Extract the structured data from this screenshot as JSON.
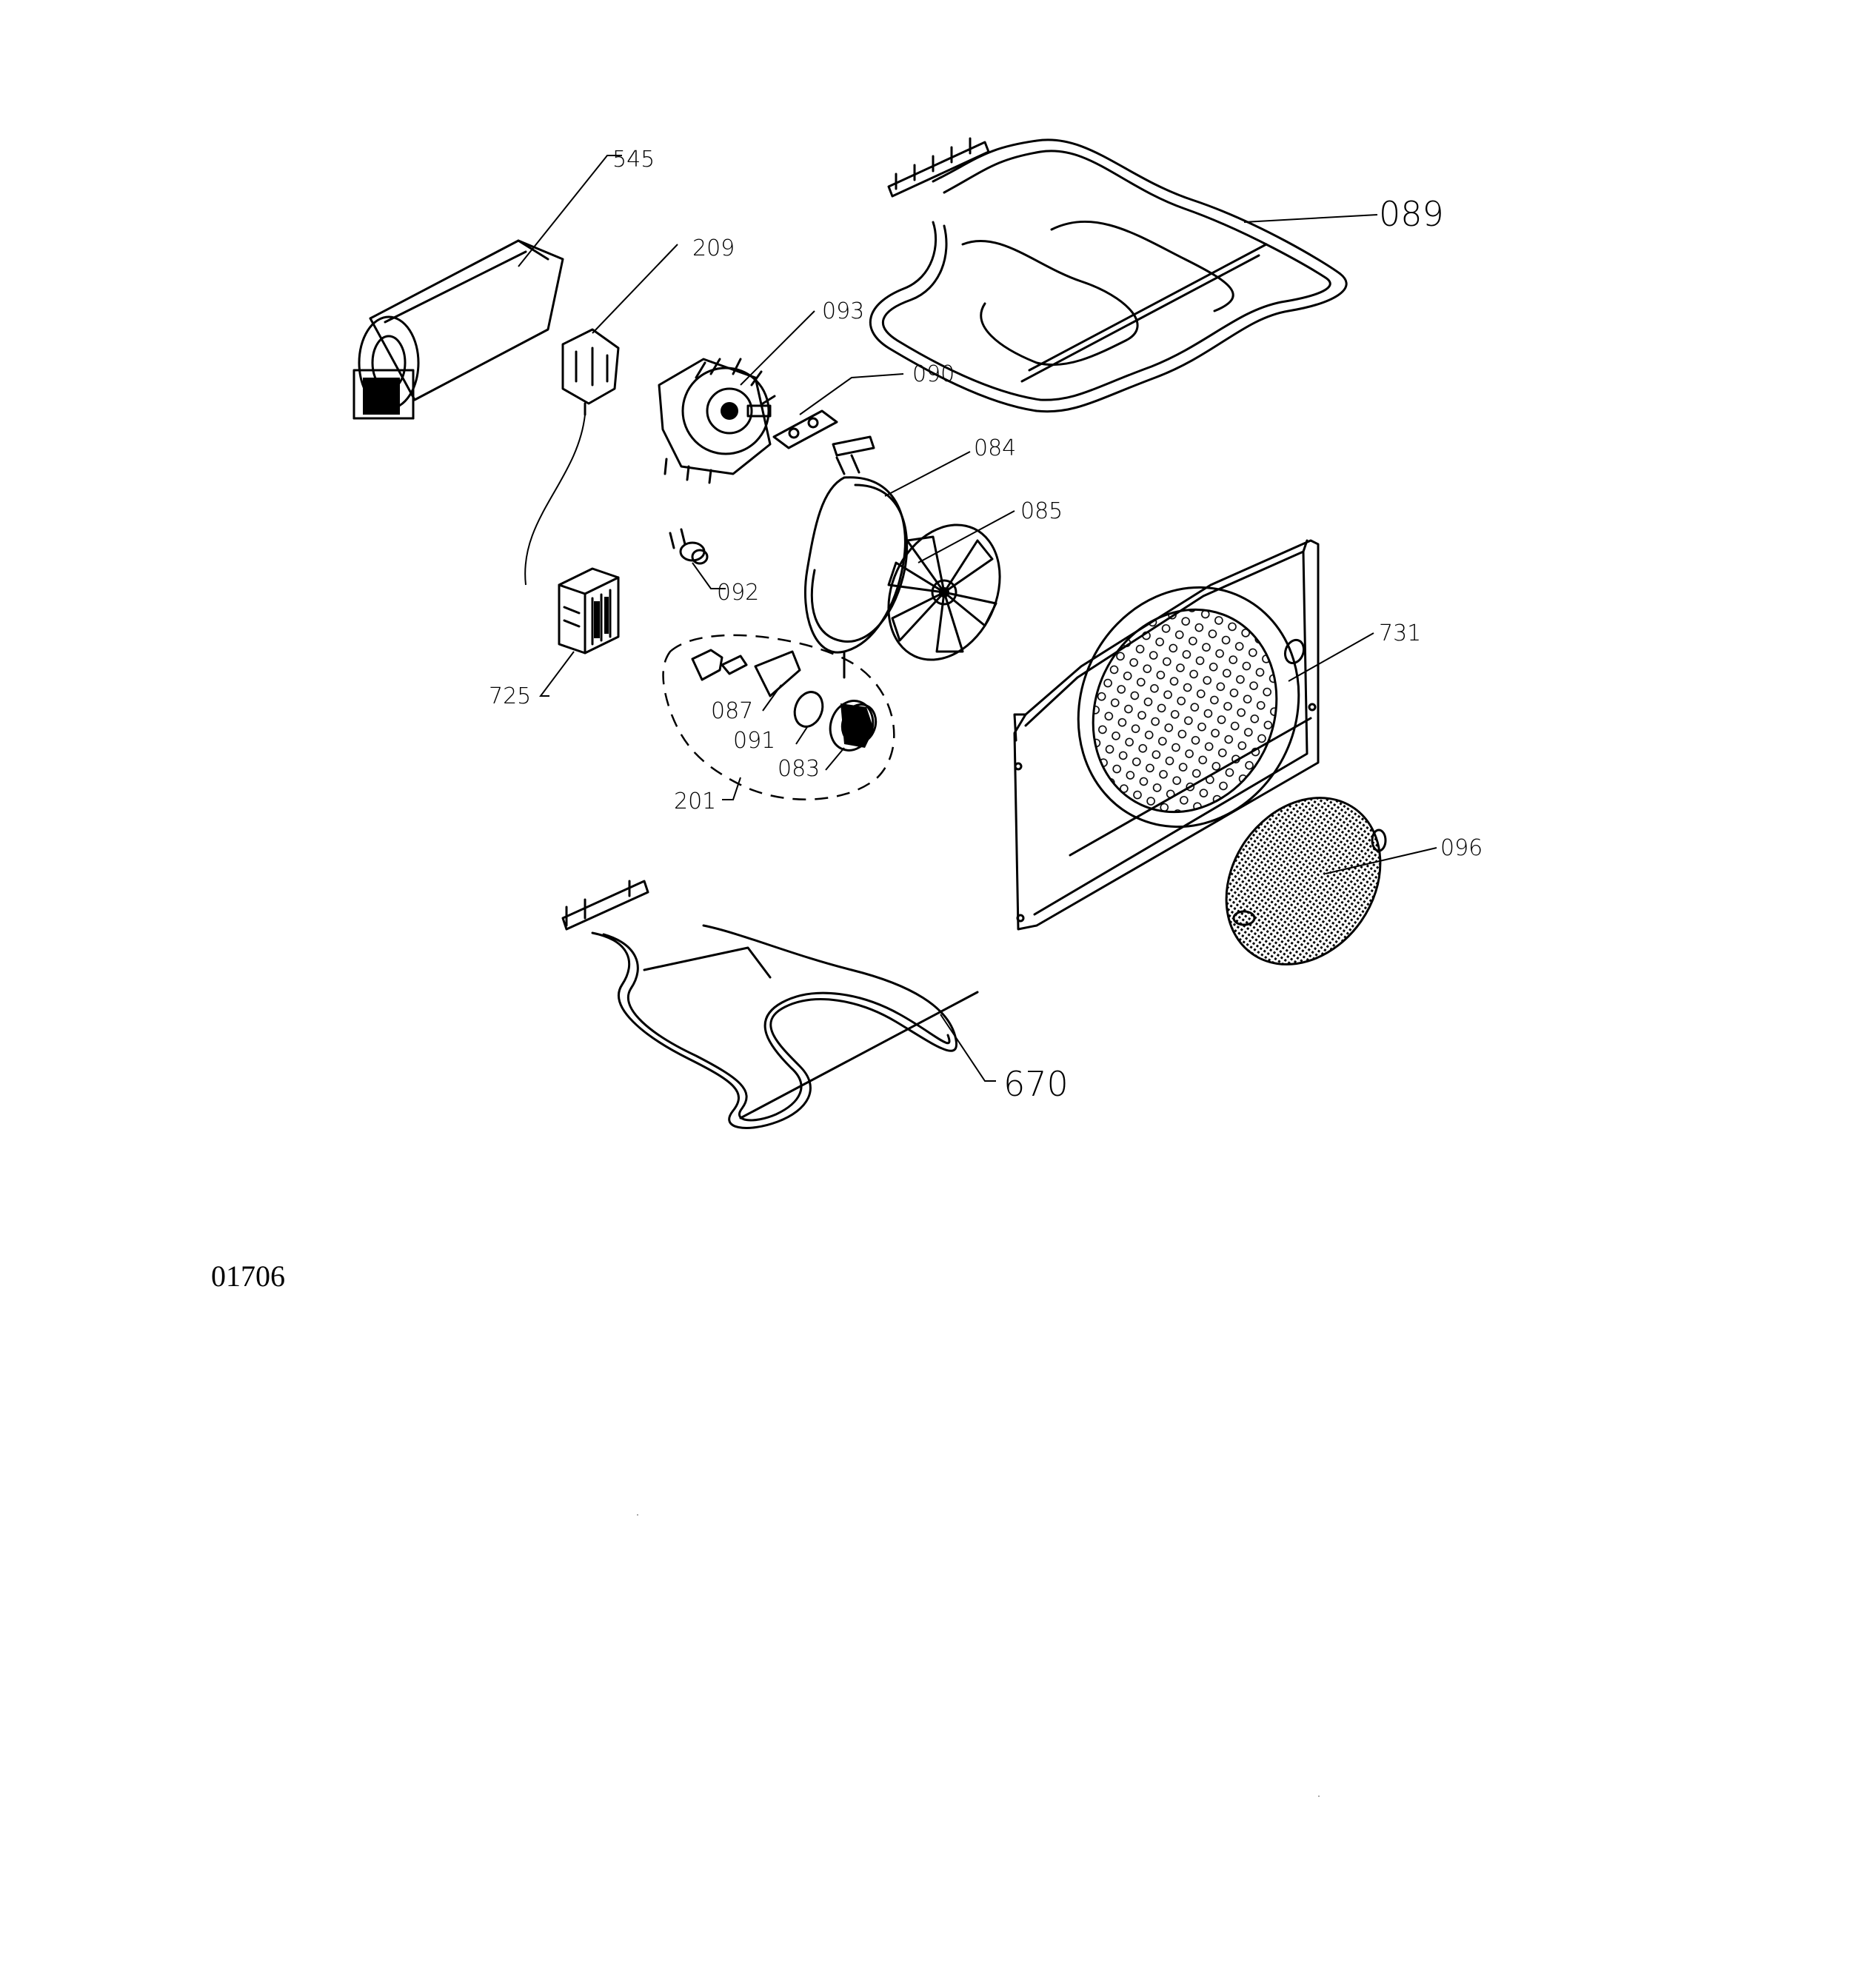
{
  "labels": {
    "p545": "545",
    "p209": "209",
    "p089": "089",
    "p093": "093",
    "p090": "090",
    "p084": "084",
    "p085": "085",
    "p092": "092",
    "p731": "731",
    "p725": "725",
    "p087": "087",
    "p091": "091",
    "p083": "083",
    "p201": "201",
    "p096": "096",
    "p670": "670"
  },
  "sheet_code": "01706"
}
